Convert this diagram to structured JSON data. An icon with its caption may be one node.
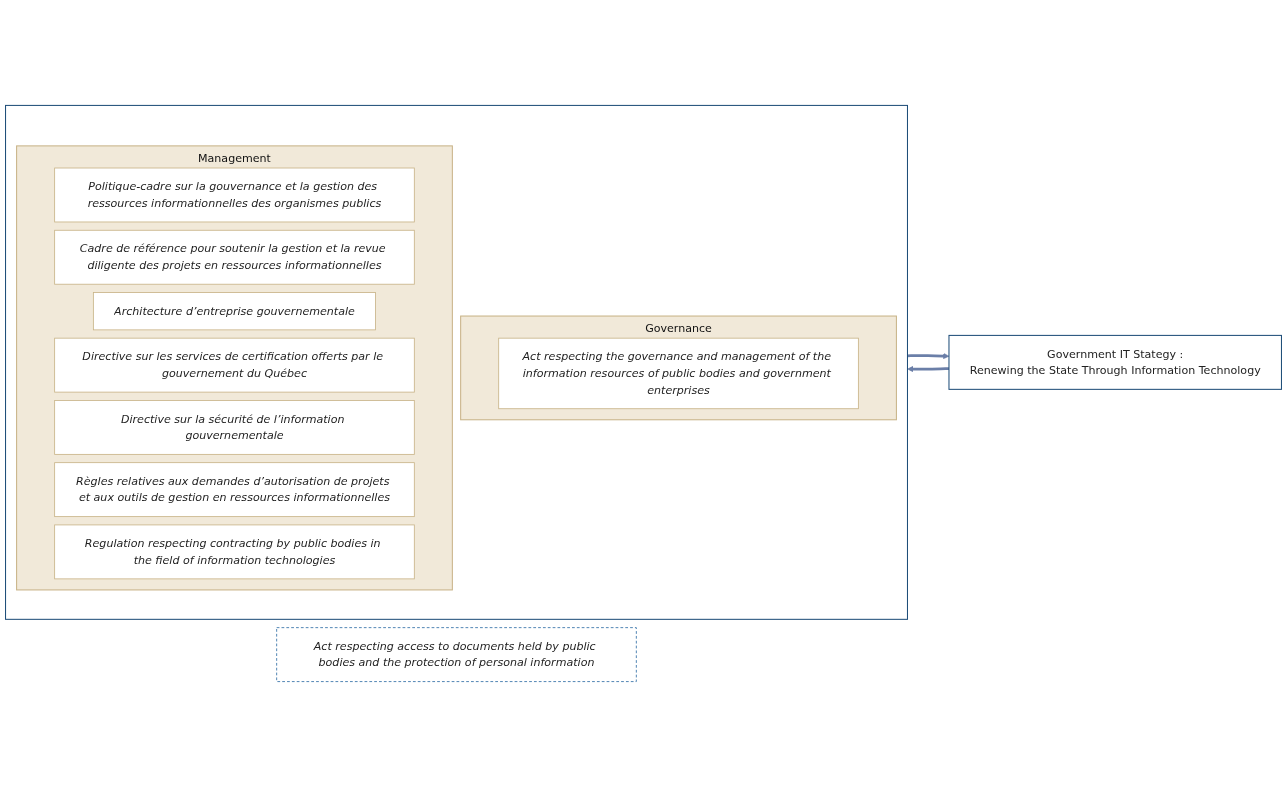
{
  "diagram": {
    "nodes": [
      {
        "text": [],
        "shape": "box"
      },
      {
        "text": [
          "Governance"
        ],
        "in": 0
      },
      {
        "text": [
          "Act respecting the governance and management of the information resources of public bodies and government enterprises"
        ],
        "in": 1
      },
      {
        "text": [
          "Management"
        ],
        "in": 0
      },
      {
        "text": [
          "Politique-cadre sur la gouvernance et la gestion des ressources informationnelles des organismes publics"
        ],
        "in": 3
      },
      {
        "text": [
          "Cadre de référence pour soutenir la gestion et la revue diligente des projets en ressources informationnelles"
        ],
        "in": 3
      },
      {
        "text": [
          "Architecture d’entreprise gouvernementale"
        ],
        "in": 3
      },
      {
        "text": [
          "Directive sur les services de certification offerts par le gouvernement du Québec"
        ],
        "in": 3
      },
      {
        "text": [
          "Directive sur la sécurité de l’information gouvernementale"
        ],
        "in": 3
      },
      {
        "text": [
          "Règles relatives aux demandes d’autorisation de projets et aux outils de gestion en ressources informationnelles"
        ],
        "in": 3
      },
      {
        "text": [
          "Regulation respecting contracting by public bodies in the field of information technologies"
        ],
        "in": 3
      },
      {
        "text": [
          "Government IT Stategy :",
          "Renewing the State Through Information Technology"
        ]
      },
      {
        "text": [
          "Act respecting access to documents held by public bodies and the protection of personal information"
        ]
      }
    ],
    "edges": [
      {
        "from": 0,
        "to": 11,
        "arrow": "to"
      },
      {
        "from": 11,
        "to": 0,
        "arrow": "to"
      }
    ]
  }
}
